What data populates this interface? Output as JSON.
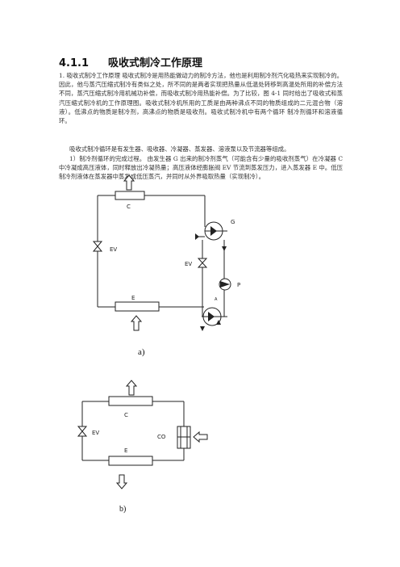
{
  "section": {
    "number": "4.1.1",
    "title": "吸收式制冷工作原理"
  },
  "paragraphs": {
    "p1": "1. 吸收式制冷工作原理 吸收式制冷是用热能做动力的制冷方法，他也是利用制冷剂汽化吸热来实现制冷的。因此，他与蒸汽压缩式制冷有类似之处，所不同的是两者实现把热量从低温处转移到高温处所用的补偿方法不同，蒸汽压缩式制冷用机械功补偿，而吸收式制冷用热能补偿。为了比较，图 4-1 同时给出了吸收式和蒸汽压缩式制冷机的工作原理图。吸收式制冷机所用的工质是由两种沸点不同的物质组成的二元混合物（溶液）。低沸点的物质是制冷剂，高沸点的物质是吸收剂。吸收式制冷机中有两个循环 制冷剂循环和溶液循环。",
    "p2": "吸收式制冷循环是有发生器、吸收器、冷凝器、蒸发器、溶液泵以及节流器等组成。",
    "p3": "1）制冷剂循环的完成过程。 由发生器 G 出来的制冷剂蒸气（可能含有少量的吸收剂蒸气）在冷凝器 C 中冷凝成高压液体，同时释放出冷凝热量；高压液体经膨胀阀 EV 节流到蒸发压力，进入蒸发器 E 中。低压制冷剂液体在蒸发器中蒸发成低压蒸汽，并同时从外界吸取热量（实现制冷）。"
  },
  "diagram_a": {
    "labels": {
      "condenser": "C",
      "generator": "G",
      "ev_left": "EV",
      "ev_right": "EV",
      "pump": "P",
      "evaporator": "E",
      "absorber": "A"
    },
    "caption": "a)"
  },
  "diagram_b": {
    "labels": {
      "condenser": "C",
      "ev": "EV",
      "compressor": "CO",
      "evaporator": "E"
    },
    "caption": "b)"
  },
  "colors": {
    "line": "#222222",
    "text": "#333333"
  }
}
